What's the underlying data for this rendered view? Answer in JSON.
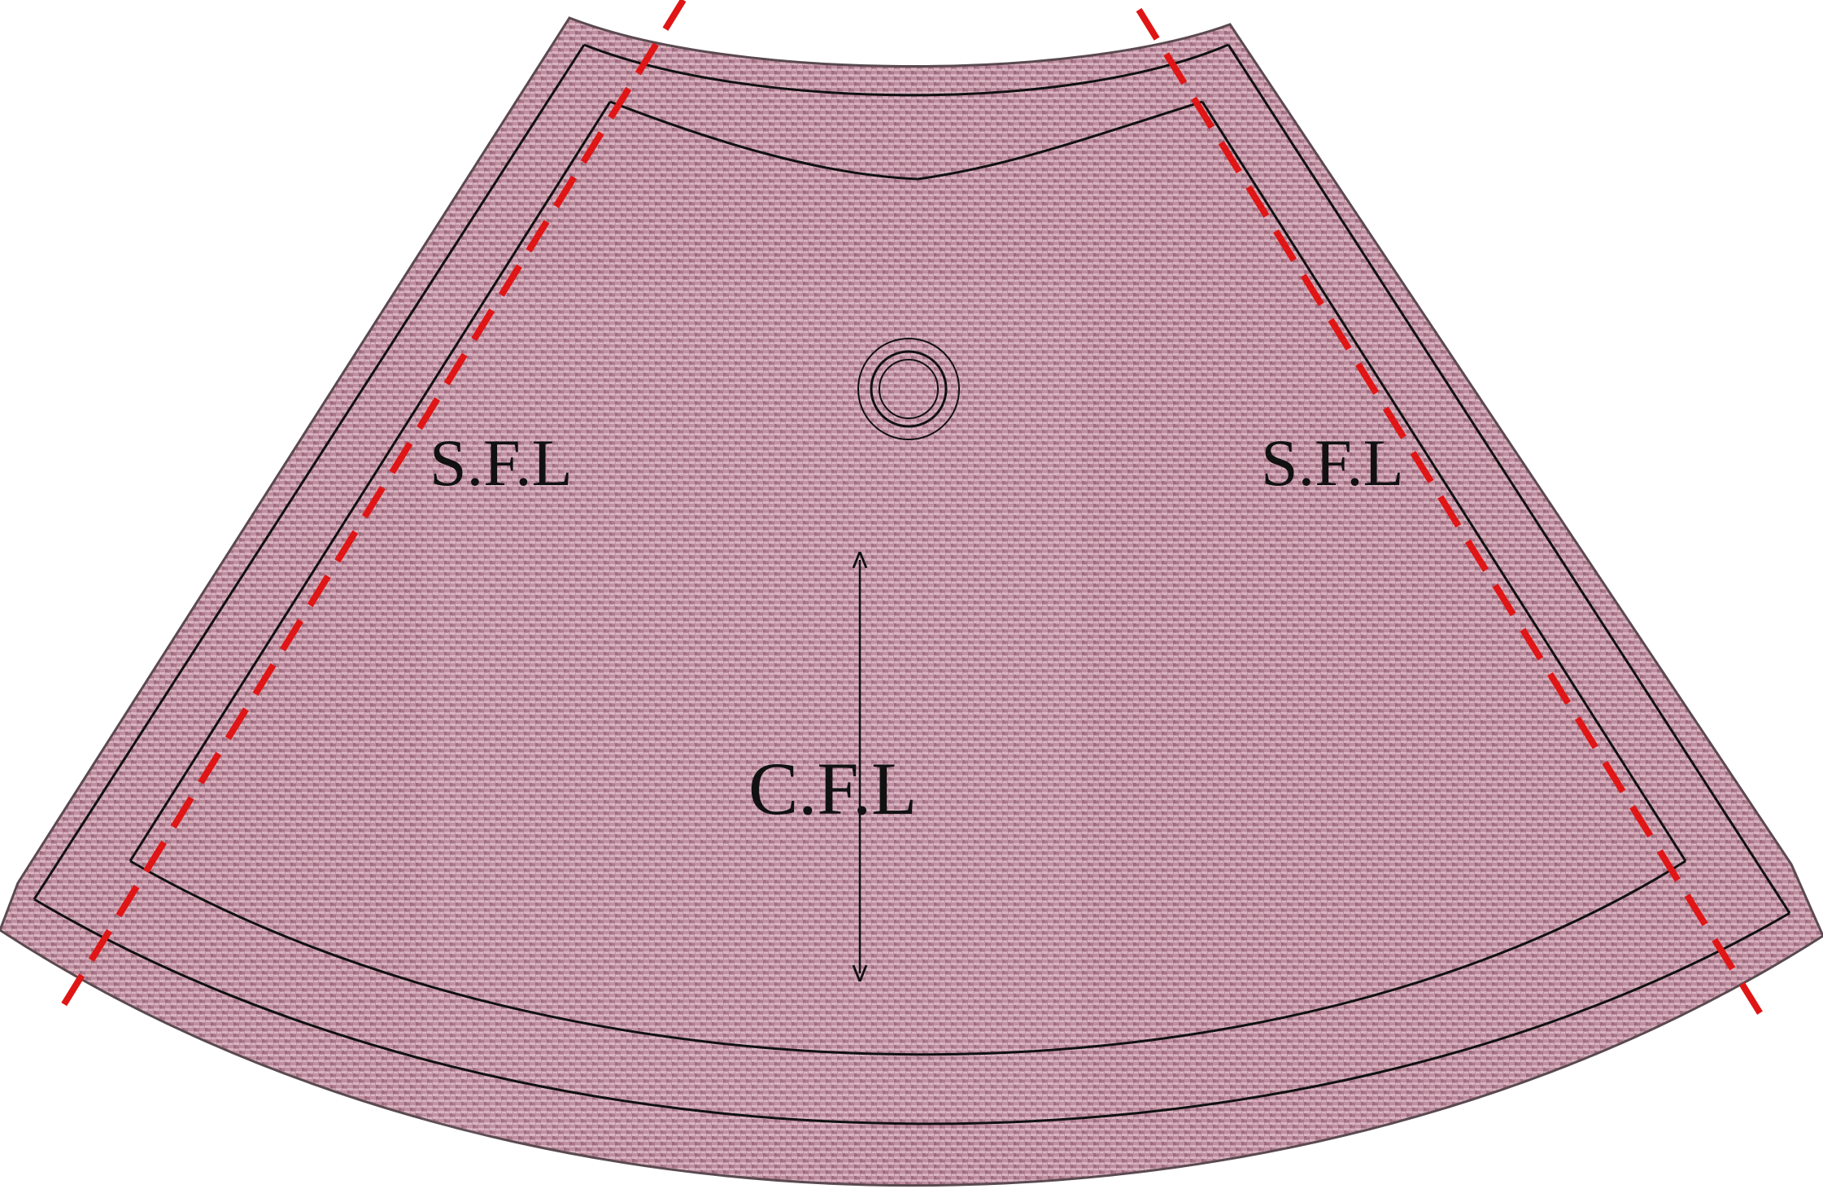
{
  "labels": {
    "side_left": "S.F.L",
    "side_right": "S.F.L",
    "center": "C.F.L"
  },
  "colors": {
    "fabric": "#bf8fa0",
    "fabric_dark": "#8a5468",
    "fabric_light": "#e6c7d2",
    "piece_border": "#5a4a50",
    "seam_line": "#111111",
    "fold_line": "#e01515"
  },
  "icons": {
    "grommet": "grommet-icon",
    "grain": "grainline-arrow-icon"
  }
}
